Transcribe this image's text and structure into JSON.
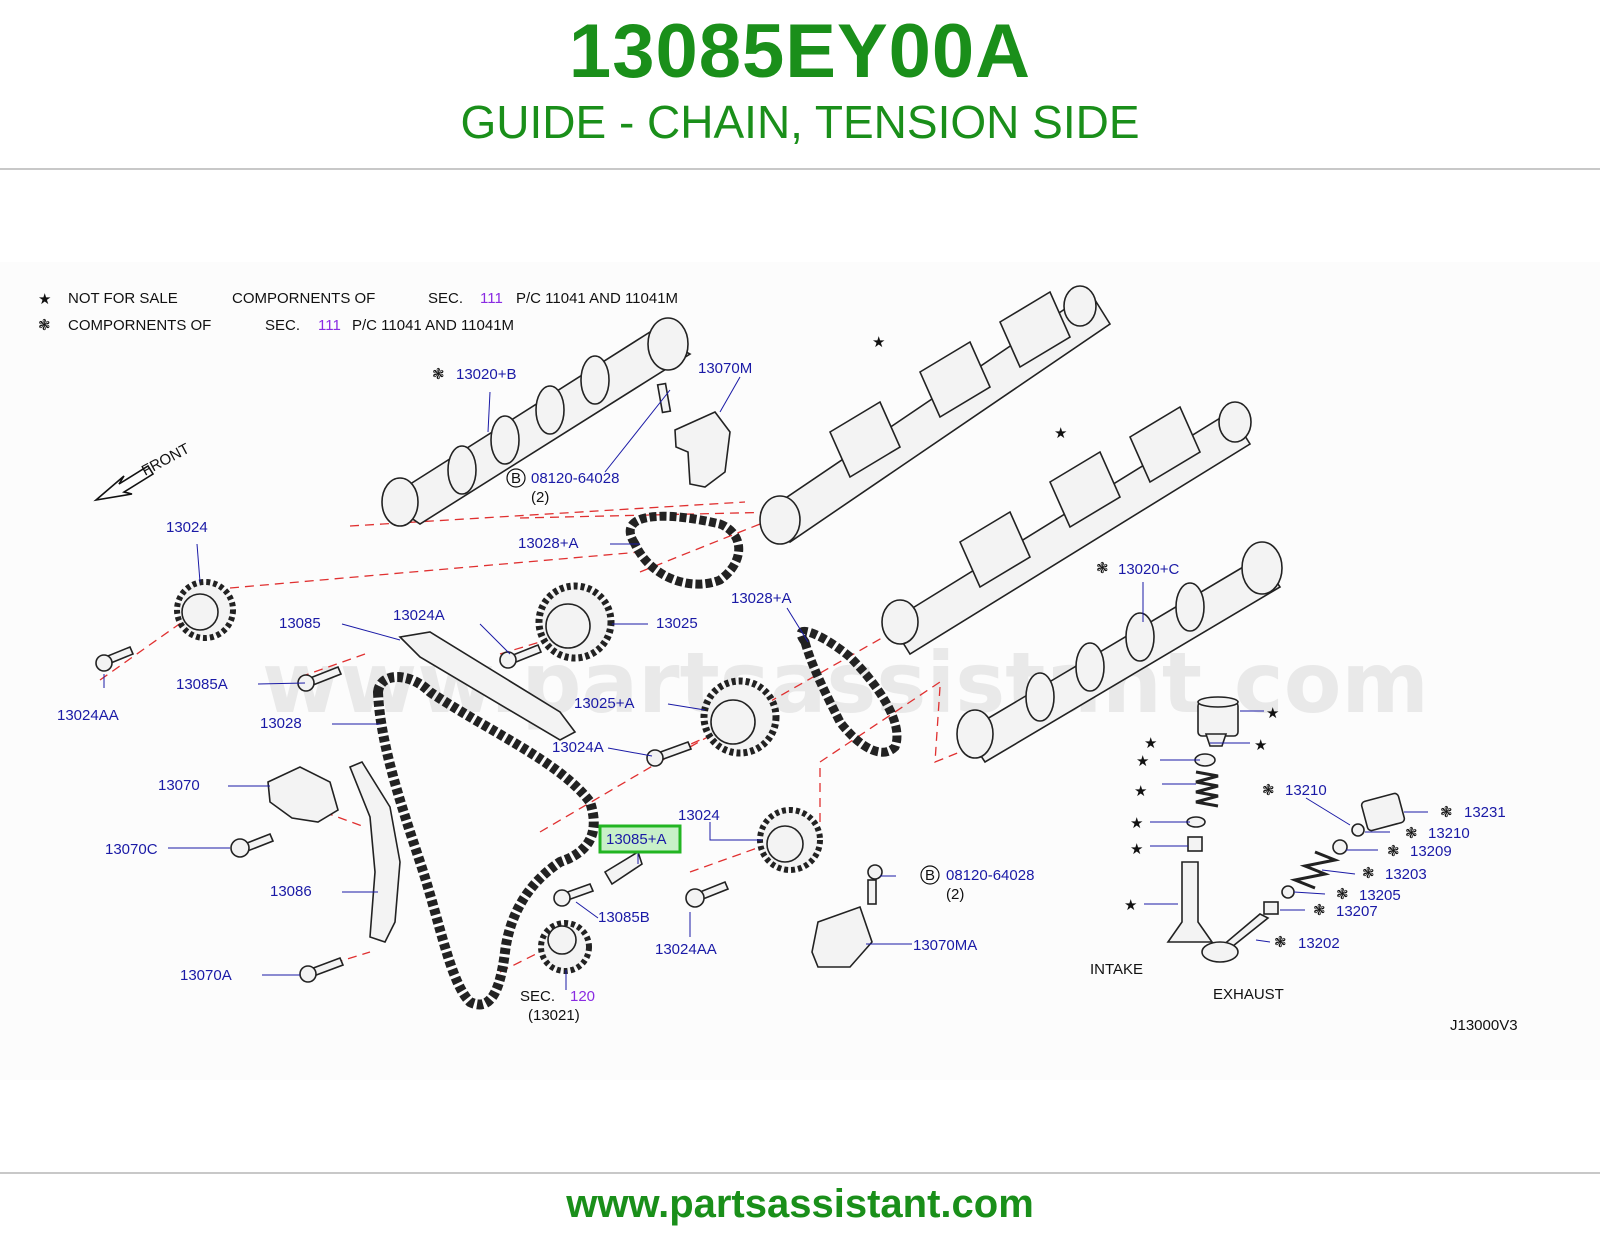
{
  "header": {
    "part_number": "13085EY00A",
    "part_description": "GUIDE - CHAIN, TENSION SIDE"
  },
  "legend": {
    "row1": {
      "symbol": "★",
      "t1": "NOT FOR SALE",
      "t2": "COMPORNENTS OF",
      "t3": "SEC.",
      "sec": "111",
      "t4": "P/C 11041 AND 11041M"
    },
    "row2": {
      "symbol": "❃",
      "t1": "COMPORNENTS OF",
      "t2": "SEC.",
      "sec": "111",
      "t3": "P/C 11041 AND 11041M"
    }
  },
  "front_label": "FRONT",
  "labels": {
    "l13020B": "13020+B",
    "l13070M": "13070M",
    "lB1": "08120-64028",
    "lB1q": "(2)",
    "l13024_top": "13024",
    "l13028A_1": "13028+A",
    "l13085": "13085",
    "l13024A_1": "13024A",
    "l13025": "13025",
    "l13028A_2": "13028+A",
    "l13020C": "13020+C",
    "l13024AA_1": "13024AA",
    "l13085A": "13085A",
    "l13028": "13028",
    "l13025A": "13025+A",
    "l13024A_2": "13024A",
    "l13070": "13070",
    "l13024_mid": "13024",
    "l13085plusA": "13085+A",
    "l13070C": "13070C",
    "l13086": "13086",
    "lB2": "08120-64028",
    "lB2q": "(2)",
    "l13085B": "13085B",
    "l13024AA_2": "13024AA",
    "l13070MA": "13070MA",
    "l13070A": "13070A",
    "sec_text": "SEC.",
    "sec_num": "120",
    "sec_sub": "(13021)",
    "l13210a": "13210",
    "l13231": "13231",
    "l13210b": "13210",
    "l13209": "13209",
    "l13203": "13203",
    "l13205": "13205",
    "l13207": "13207",
    "l13202": "13202",
    "intake": "INTAKE",
    "exhaust": "EXHAUST",
    "diagram_code": "J13000V3",
    "b_symbol": "B"
  },
  "watermark": "www.partsassistant.com",
  "footer": {
    "url": "www.partsassistant.com"
  },
  "colors": {
    "title_green": "#1a8f1a",
    "label_blue": "#1a1aa6",
    "section_purple": "#8a2be2",
    "highlight_green": "#22b522",
    "dashed_red": "#e03030"
  }
}
